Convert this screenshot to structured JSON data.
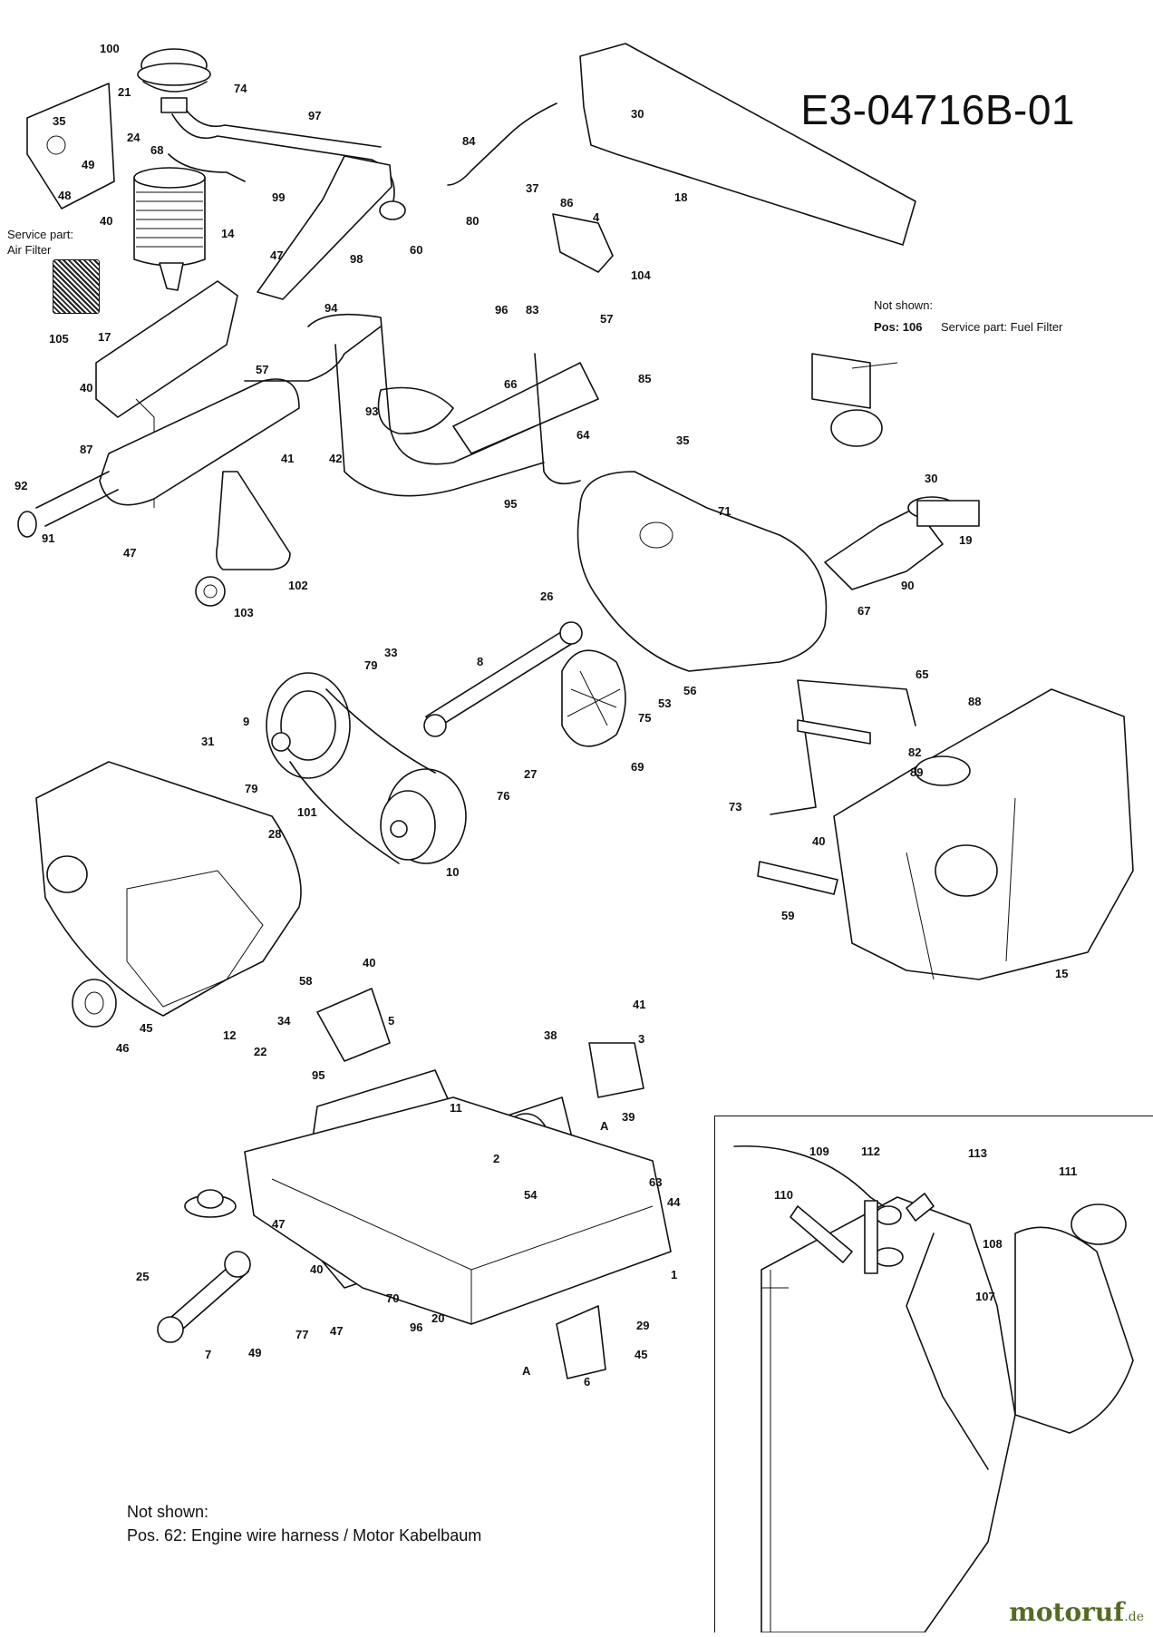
{
  "drawing_id": "E3-04716B-01",
  "service_air_filter": {
    "line1": "Service part:",
    "line2": "Air Filter"
  },
  "not_shown_fuel": {
    "label": "Not shown:",
    "pos": "Pos: 106",
    "desc": "Service part: Fuel Filter"
  },
  "not_shown_harness": {
    "label": "Not shown:",
    "text": "Pos. 62:  Engine wire harness / Motor Kabelbaum"
  },
  "watermark": {
    "name": "motoruf",
    "tld": ".de",
    "color": "#556b22"
  },
  "callouts": [
    "100",
    "74",
    "21",
    "35",
    "97",
    "24",
    "49",
    "68",
    "48",
    "99",
    "40",
    "14",
    "47",
    "98",
    "105",
    "17",
    "40",
    "57",
    "87",
    "41",
    "42",
    "93",
    "92",
    "91",
    "47",
    "102",
    "103",
    "84",
    "37",
    "86",
    "4",
    "80",
    "30",
    "18",
    "60",
    "96",
    "83",
    "57",
    "104",
    "66",
    "85",
    "94",
    "35",
    "64",
    "95",
    "71",
    "30",
    "19",
    "90",
    "67",
    "26",
    "8",
    "56",
    "33",
    "79",
    "53",
    "75",
    "9",
    "31",
    "79",
    "69",
    "27",
    "76",
    "101",
    "28",
    "10",
    "58",
    "65",
    "88",
    "82",
    "89",
    "73",
    "40",
    "59",
    "15",
    "40",
    "5",
    "34",
    "95",
    "22",
    "45",
    "46",
    "12",
    "41",
    "38",
    "3",
    "39",
    "11",
    "2",
    "54",
    "63",
    "44",
    "47",
    "40",
    "70",
    "25",
    "7",
    "49",
    "77",
    "47",
    "96",
    "20",
    "29",
    "45",
    "6",
    "1",
    "109",
    "112",
    "113",
    "111",
    "110",
    "108",
    "107"
  ],
  "detail_markers": [
    "A",
    "A"
  ]
}
